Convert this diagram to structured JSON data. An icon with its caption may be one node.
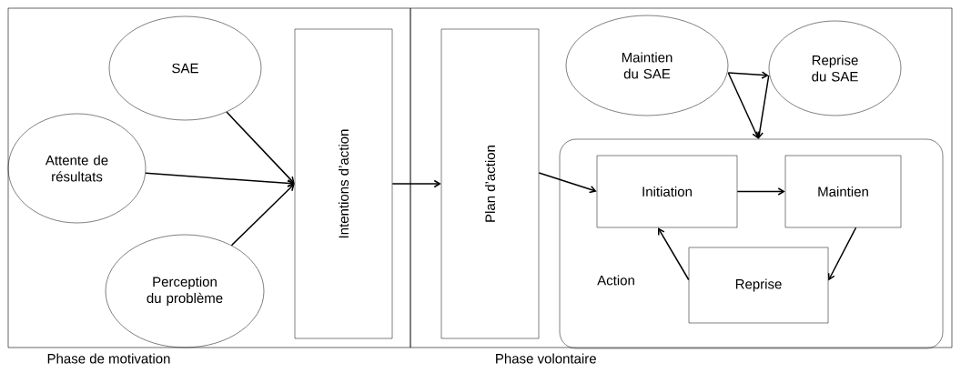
{
  "diagram": {
    "nodes": [
      {
        "text": [
          "Phase de motivation"
        ]
      },
      {
        "text": [
          "SAE"
        ],
        "in": 0
      },
      {
        "text": [
          "Attente de résultats"
        ],
        "in": 0
      },
      {
        "text": [
          "Perception du problème"
        ],
        "in": 0
      },
      {
        "text": [
          "Intentions d’action"
        ],
        "in": 0
      },
      {
        "text": [
          "Phase volontaire"
        ]
      },
      {
        "text": [
          "Plan d’action"
        ],
        "in": 5
      },
      {
        "text": [
          "Maintien du SAE"
        ],
        "in": 5
      },
      {
        "text": [
          "Reprise du SAE"
        ],
        "in": 5
      },
      {
        "text": [
          "Action"
        ],
        "in": 5
      },
      {
        "text": [
          "Initiation"
        ],
        "in": 9
      },
      {
        "text": [
          "Maintien"
        ],
        "in": 9
      },
      {
        "text": [
          "Reprise"
        ],
        "in": 9
      }
    ],
    "edges": [
      {
        "from": 1,
        "to": 4,
        "arrow": "to"
      },
      {
        "from": 2,
        "to": 4,
        "arrow": "to"
      },
      {
        "from": 3,
        "to": 4,
        "arrow": "to"
      },
      {
        "from": 4,
        "to": 6,
        "arrow": "to"
      },
      {
        "from": 6,
        "to": 10,
        "arrow": "to"
      },
      {
        "from": 7,
        "to": 8,
        "arrow": "to"
      },
      {
        "from": 7,
        "to": 9,
        "arrow": "to"
      },
      {
        "from": 8,
        "to": 9,
        "arrow": "to"
      },
      {
        "from": 10,
        "to": 11,
        "arrow": "to"
      },
      {
        "from": 11,
        "to": 12,
        "arrow": "to"
      },
      {
        "from": 12,
        "to": 10,
        "arrow": "to"
      }
    ]
  }
}
